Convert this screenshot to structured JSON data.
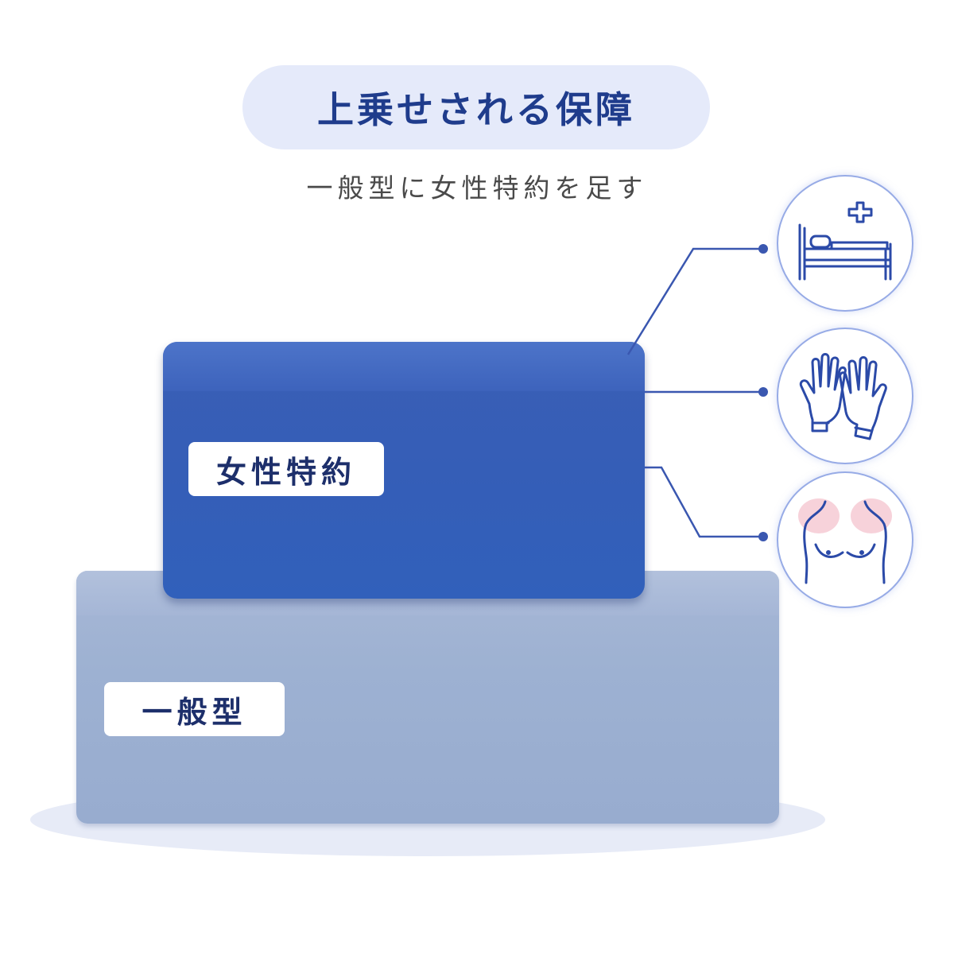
{
  "header": {
    "title": "上乗せされる保障",
    "subtitle": "一般型に女性特約を足す"
  },
  "blocks": {
    "top_label": "女性特約",
    "base_label": "一般型"
  },
  "icons": [
    "hospital-bed-icon",
    "gloves-icon",
    "female-chest-icon"
  ],
  "colors": {
    "accent": "#3160bb",
    "base_block": "#9db1d2",
    "title_pill": "#e5eafa",
    "line": "#3a57b0"
  }
}
